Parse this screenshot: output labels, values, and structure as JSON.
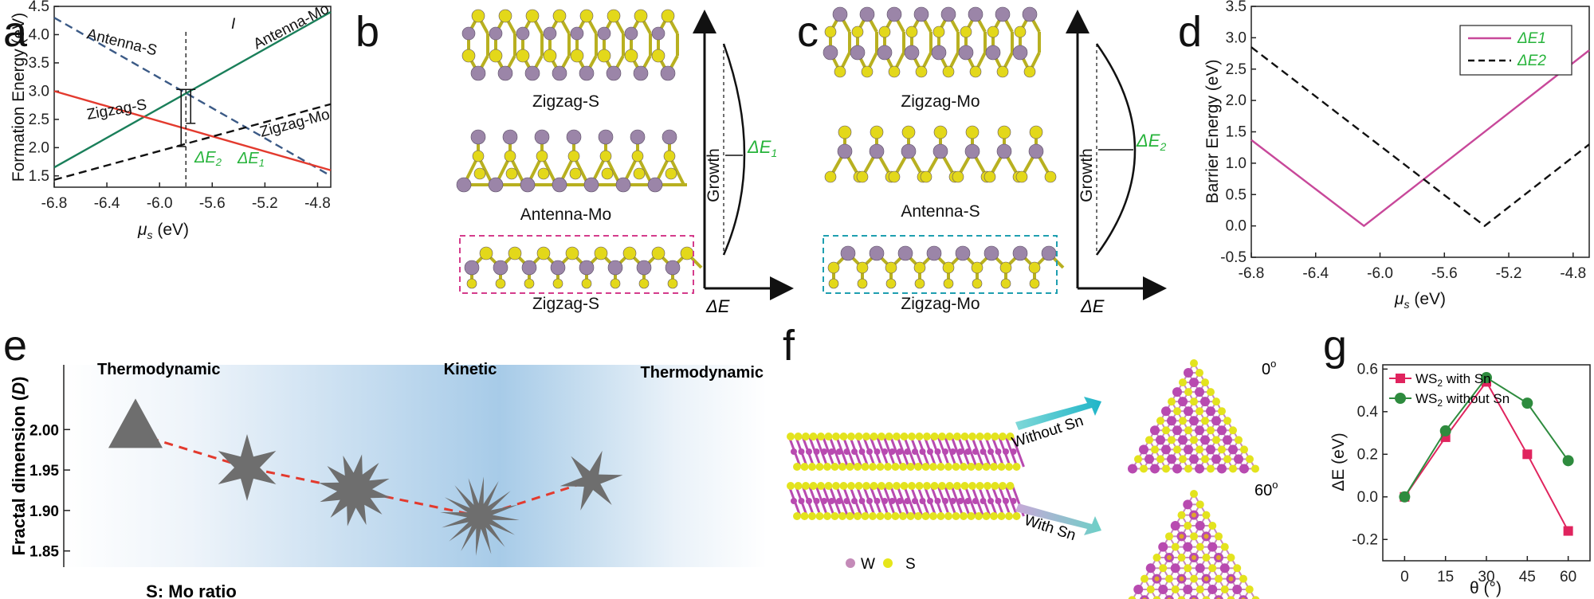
{
  "panel_labels": {
    "a": "a",
    "b": "b",
    "c": "c",
    "d": "d",
    "e": "e",
    "f": "f",
    "g": "g"
  },
  "panel_a": {
    "ylabel": "Formation Energy (eV)",
    "xlabel_sym": "μ",
    "xlabel_sub": "s",
    "xlabel_unit": " (eV)",
    "dashed_line_label": "I",
    "dE1": "ΔE",
    "dE1_sub": "1",
    "dE2": "ΔE",
    "dE2_sub": "2"
  },
  "panel_b": {
    "labels": [
      "Zigzag-S",
      "Antenna-Mo",
      "Zigzag-S"
    ],
    "growth": "Growth",
    "dE": "ΔE",
    "dE_sub": "1",
    "xaxis": "ΔE"
  },
  "panel_c": {
    "labels": [
      "Zigzag-Mo",
      "Antenna-S",
      "Zigzag-Mo"
    ],
    "growth": "Growth",
    "dE": "ΔE",
    "dE_sub": "2",
    "xaxis": "ΔE"
  },
  "panel_d": {
    "ylabel": "Barrier Energy (eV)",
    "xlabel_sym": "μ",
    "xlabel_sub": "s",
    "xlabel_unit": " (eV)"
  },
  "panel_e": {
    "ylabel_main": "Fractal dimension (",
    "ylabel_var": "D",
    "ylabel_end": ")",
    "xlabel": "S: Mo ratio",
    "regions": [
      "Thermodynamic",
      "Kinetic",
      "Thermodynamic"
    ]
  },
  "panel_f": {
    "arrow_top": "Without Sn",
    "arrow_bottom": "With Sn",
    "angle_top": "0",
    "angle_bottom": "60",
    "degree": "o",
    "legend_w": "W",
    "legend_s": "S"
  },
  "panel_g": {
    "ylabel": "ΔE (eV)",
    "xlabel": "θ (°)",
    "legend_prefix": "WS",
    "legend_sub": "2",
    "legend_with": " with Sn",
    "legend_without": " without Sn"
  },
  "chart_data": [
    {
      "id": "a",
      "type": "line",
      "title": "",
      "xlabel": "μs (eV)",
      "ylabel": "Formation Energy (eV)",
      "xlim": [
        -6.8,
        -4.7
      ],
      "ylim": [
        1.3,
        4.5
      ],
      "xticks": [
        -6.8,
        -6.4,
        -6.0,
        -5.6,
        -5.2,
        -4.8
      ],
      "yticks": [
        1.5,
        2.0,
        2.5,
        3.0,
        3.5,
        4.0,
        4.5
      ],
      "series": [
        {
          "name": "Antenna-S",
          "style": "dashed",
          "color": "#3b5a86",
          "x": [
            -6.8,
            -4.7
          ],
          "y": [
            4.3,
            1.5
          ]
        },
        {
          "name": "Antenna-Mo",
          "style": "solid",
          "color": "#1a7f5a",
          "x": [
            -6.8,
            -4.7
          ],
          "y": [
            1.65,
            4.4
          ]
        },
        {
          "name": "Zigzag-S",
          "style": "solid",
          "color": "#e33a2e",
          "x": [
            -6.8,
            -4.7
          ],
          "y": [
            3.0,
            1.6
          ]
        },
        {
          "name": "Zigzag-Mo",
          "style": "dashed",
          "color": "#111111",
          "x": [
            -6.8,
            -4.7
          ],
          "y": [
            1.43,
            2.77
          ]
        }
      ],
      "vline_x": -5.8
    },
    {
      "id": "d",
      "type": "line",
      "title": "",
      "xlabel": "μs (eV)",
      "ylabel": "Barrier Energy (eV)",
      "xlim": [
        -6.8,
        -4.7
      ],
      "ylim": [
        -0.5,
        3.5
      ],
      "xticks": [
        -6.8,
        -6.4,
        -6.0,
        -5.6,
        -5.2,
        -4.8
      ],
      "yticks": [
        -0.5,
        0.0,
        0.5,
        1.0,
        1.5,
        2.0,
        2.5,
        3.0,
        3.5
      ],
      "legend": "top-right",
      "series": [
        {
          "name": "ΔE1",
          "style": "solid",
          "color": "#c8489a",
          "x": [
            -6.8,
            -6.1,
            -4.7
          ],
          "y": [
            1.37,
            0.0,
            2.8
          ]
        },
        {
          "name": "ΔE2",
          "style": "dashed",
          "color": "#111111",
          "x": [
            -6.8,
            -5.35,
            -4.7
          ],
          "y": [
            2.85,
            0.0,
            1.3
          ]
        }
      ]
    },
    {
      "id": "e",
      "type": "line",
      "title": "",
      "xlabel": "S: Mo ratio",
      "ylabel": "Fractal dimension (D)",
      "ylim": [
        1.83,
        2.08
      ],
      "yticks": [
        1.85,
        1.9,
        1.95,
        2.0
      ],
      "x": [
        1,
        2,
        3,
        4,
        5
      ],
      "y": [
        1.995,
        1.953,
        1.925,
        1.893,
        1.937
      ]
    },
    {
      "id": "g",
      "type": "line",
      "title": "",
      "xlabel": "θ (°)",
      "ylabel": "ΔE (eV)",
      "xlim": [
        -8,
        68
      ],
      "ylim": [
        -0.3,
        0.62
      ],
      "xticks": [
        0,
        15,
        30,
        45,
        60
      ],
      "yticks": [
        -0.2,
        0.0,
        0.2,
        0.4,
        0.6
      ],
      "legend": "top-left",
      "x": [
        0,
        15,
        30,
        45,
        60
      ],
      "series": [
        {
          "name": "WS2 with Sn",
          "color": "#e0245e",
          "marker": "square",
          "values": [
            0.0,
            0.28,
            0.54,
            0.2,
            -0.16
          ]
        },
        {
          "name": "WS2 without Sn",
          "color": "#2e8b3e",
          "marker": "circle",
          "values": [
            0.0,
            0.31,
            0.56,
            0.44,
            0.17
          ]
        }
      ]
    }
  ]
}
